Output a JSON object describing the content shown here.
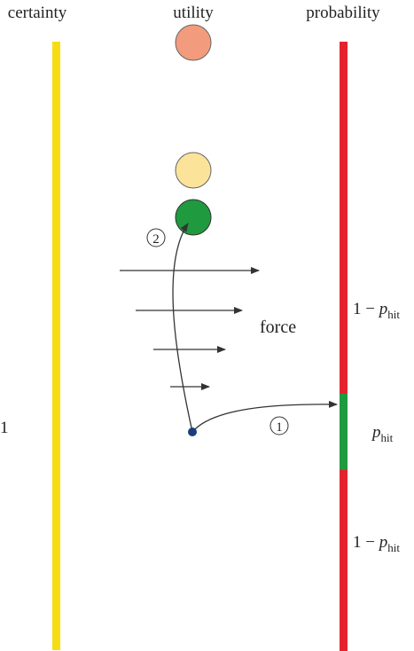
{
  "columns": {
    "certainty": "certainty",
    "utility": "utility",
    "probability": "probability"
  },
  "labels": {
    "certainty_value": "1",
    "force": "force",
    "step_1": "1",
    "step_2": "2",
    "one_minus": "1 − ",
    "p": "p",
    "hit": "hit"
  },
  "colors": {
    "certainty_bar": "#f7dc14",
    "probability_miss": "#e5232e",
    "probability_hit": "#1f9a3f",
    "utility_top": "#f29b7d",
    "utility_mid": "#fbe39a",
    "utility_low": "#1f9a3f",
    "arrows": "#333333",
    "start_point": "#1a3f7a"
  },
  "probability_segments": [
    {
      "name": "upper_miss",
      "label": "1 − p_hit"
    },
    {
      "name": "hit",
      "label": "p_hit"
    },
    {
      "name": "lower_miss",
      "label": "1 − p_hit"
    }
  ]
}
